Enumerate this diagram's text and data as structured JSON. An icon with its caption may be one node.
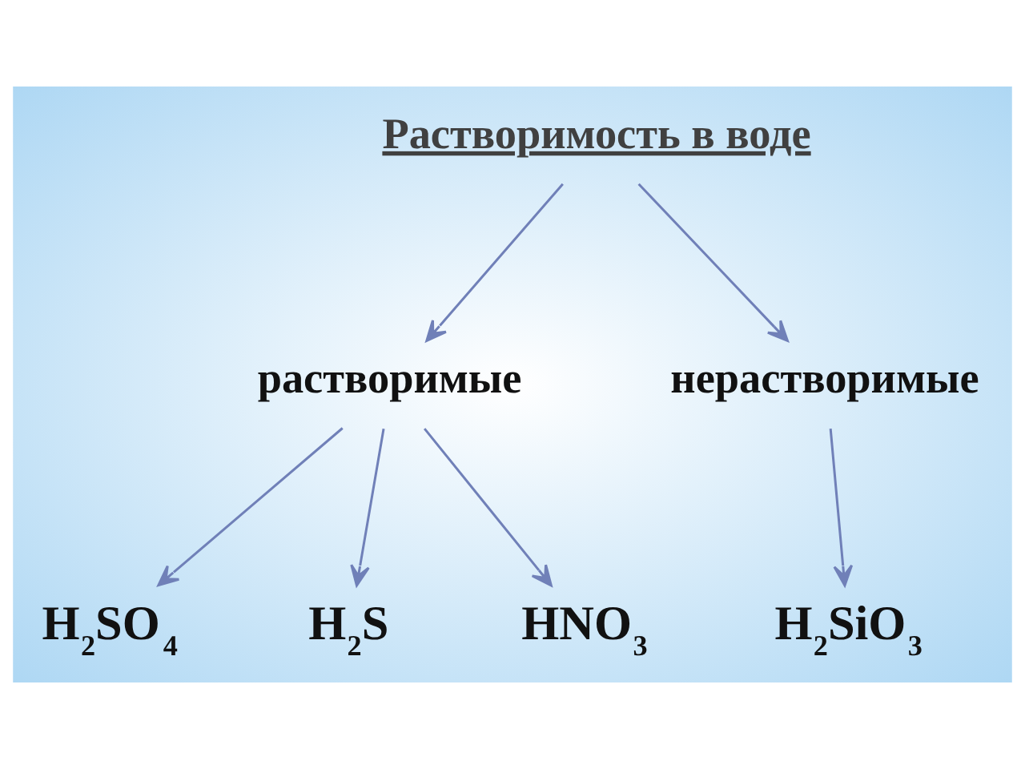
{
  "diagram": {
    "nodes": [
      {
        "text": [
          "Растворимость в воде"
        ]
      },
      {
        "text": [
          "растворимые"
        ]
      },
      {
        "text": [
          "нерастворимые"
        ]
      },
      {
        "text": [
          "H$_{2}$SO$_{4}$"
        ]
      },
      {
        "text": [
          "H$_{2}$S"
        ]
      },
      {
        "text": [
          "HNO$_{3}$"
        ]
      },
      {
        "text": [
          "H$_{2}$SiO$_{3}$"
        ]
      }
    ],
    "edges": [
      {
        "from": 0,
        "to": 1,
        "arrow": "to"
      },
      {
        "from": 0,
        "to": 2,
        "arrow": "to"
      },
      {
        "from": 1,
        "to": 3,
        "arrow": "to"
      },
      {
        "from": 1,
        "to": 4,
        "arrow": "to"
      },
      {
        "from": 1,
        "to": 5,
        "arrow": "to"
      },
      {
        "from": 2,
        "to": 6,
        "arrow": "to"
      }
    ]
  }
}
